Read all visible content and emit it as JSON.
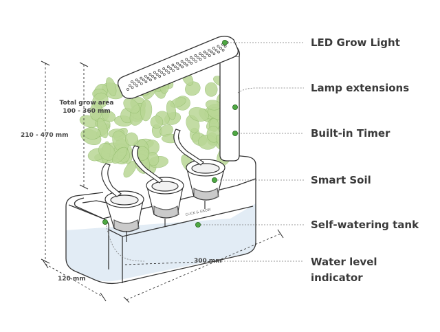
{
  "callouts": [
    {
      "label": "LED Grow Light"
    },
    {
      "label": "Lamp extensions"
    },
    {
      "label": "Built-in Timer"
    },
    {
      "label": "Smart Soil"
    },
    {
      "label": "Self-watering tank"
    },
    {
      "label": "Water level",
      "label2": "indicator"
    }
  ],
  "dimensions": {
    "grow_area_title": "Total grow area",
    "grow_area_value": "100 - 360 mm",
    "height": "210 - 470 mm",
    "length": "300 mm",
    "depth": "120 mm"
  },
  "product_logo": "CLICK & GROW",
  "colors": {
    "outline": "#333333",
    "leaf": "#b9d795",
    "leaf_vein": "#8fba69",
    "dot": "#4ea843",
    "water": "#dde9f3",
    "text": "#3a3a3a"
  }
}
